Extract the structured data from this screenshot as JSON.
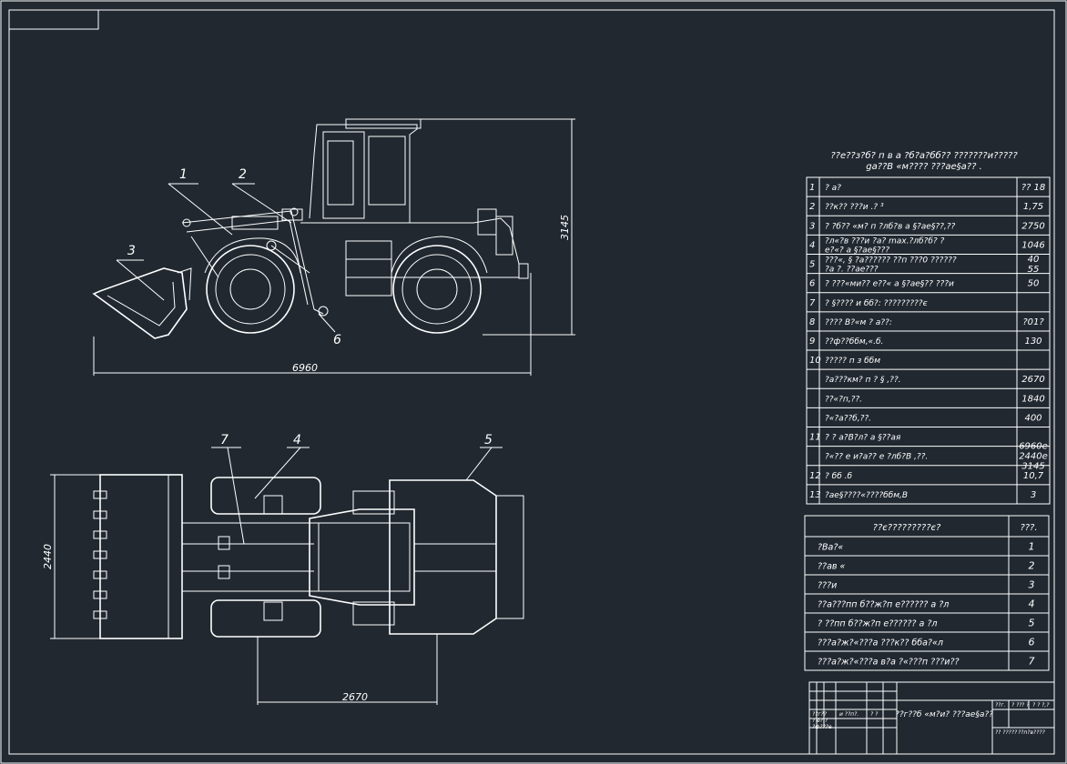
{
  "drawing": {
    "dimensions": {
      "side_length": "6960",
      "side_height": "3145",
      "plan_width": "2440",
      "plan_base": "2670"
    },
    "callouts": {
      "c1": "1",
      "c2": "2",
      "c3": "3",
      "c4": "4",
      "c5": "5",
      "c6": "6",
      "c7": "7"
    }
  },
  "spec_table": {
    "title_line1": "??е??з?б? п в а ?б?а?бб?? ???????и?????",
    "title_line2": "gа??В «м???? ???ае§а?? .",
    "rows": [
      {
        "n": "1",
        "desc": "? а?",
        "val": "?? 18"
      },
      {
        "n": "2",
        "desc": "??к?? ???и .? ³",
        "val": "1,75"
      },
      {
        "n": "3",
        "desc": "? ?б?? «м? п ?лб?в а §?ае§??,??",
        "val": "2750"
      },
      {
        "n": "4",
        "desc": "?л«?в ???и ?а? max.?лб?б? ?\nе?«? а §?ае§???",
        "val": "1046"
      },
      {
        "n": "5",
        "desc": "???«, § ?а?????? ??п ???0 ??????\n?а ?.                                    ??ае???",
        "val": "40\n55"
      },
      {
        "n": "6",
        "desc": "? ???«ми?? е??« а §?ае§?? ???и",
        "val": "50"
      },
      {
        "n": "7",
        "desc": "? §???? и бб?:      ?????????є",
        "val": ""
      },
      {
        "n": "8",
        "desc": "???? В?«м ? а??:",
        "val": "?01?"
      },
      {
        "n": "9",
        "desc": "??ф??ббм,«.б.",
        "val": "130"
      },
      {
        "n": "10",
        "desc": "????? п з ббм",
        "val": ""
      },
      {
        "n": "",
        "desc": "?а???км? п ? § ,??.",
        "val": "2670"
      },
      {
        "n": "",
        "desc": "??«?п,??.",
        "val": "1840"
      },
      {
        "n": "",
        "desc": "?«?а??б,??.",
        "val": "400"
      },
      {
        "n": "11",
        "desc": "? ? а?В?л? а §??ая",
        "val": ""
      },
      {
        "n": "",
        "desc": "?«??   е и?а??   е ?лб?В ,??.",
        "val": "6960е\n2440е\n3145"
      },
      {
        "n": "12",
        "desc": "? бб .б",
        "val": "10,7"
      },
      {
        "n": "13",
        "desc": "?ае§????«????ббм,В",
        "val": "3"
      }
    ]
  },
  "parts_table": {
    "header_name": "??є?????????є?",
    "header_pos": "???.",
    "rows": [
      {
        "name": "?Ва?«",
        "pos": "1"
      },
      {
        "name": "??ав «",
        "pos": "2"
      },
      {
        "name": "???и",
        "pos": "3"
      },
      {
        "name": "??а???пп б??ж?п е?????? а ?л",
        "pos": "4"
      },
      {
        "name": "? ??пп б??ж?п е?????? а ?л",
        "pos": "5"
      },
      {
        "name": "???а?ж?«???а ???к??  бба?«л",
        "pos": "6"
      },
      {
        "name": "???а?ж?«???а в?а ?«???п ???и??",
        "pos": "7"
      }
    ]
  },
  "title_block": {
    "name": "??г??б «м?и? ???ае§а??",
    "f1": "??г??",
    "f2": "? е?.?",
    "f3": "?ф???е",
    "f4": "и ??п?.",
    "f5": "? ?",
    "sheet_a": "??г.",
    "sheet_b": "? ??",
    "sheet_c": "? ?",
    "sheet_d": "? ? ?,?",
    "sheet_e": "?? ?????",
    "sheet_f": "??п?в????"
  }
}
